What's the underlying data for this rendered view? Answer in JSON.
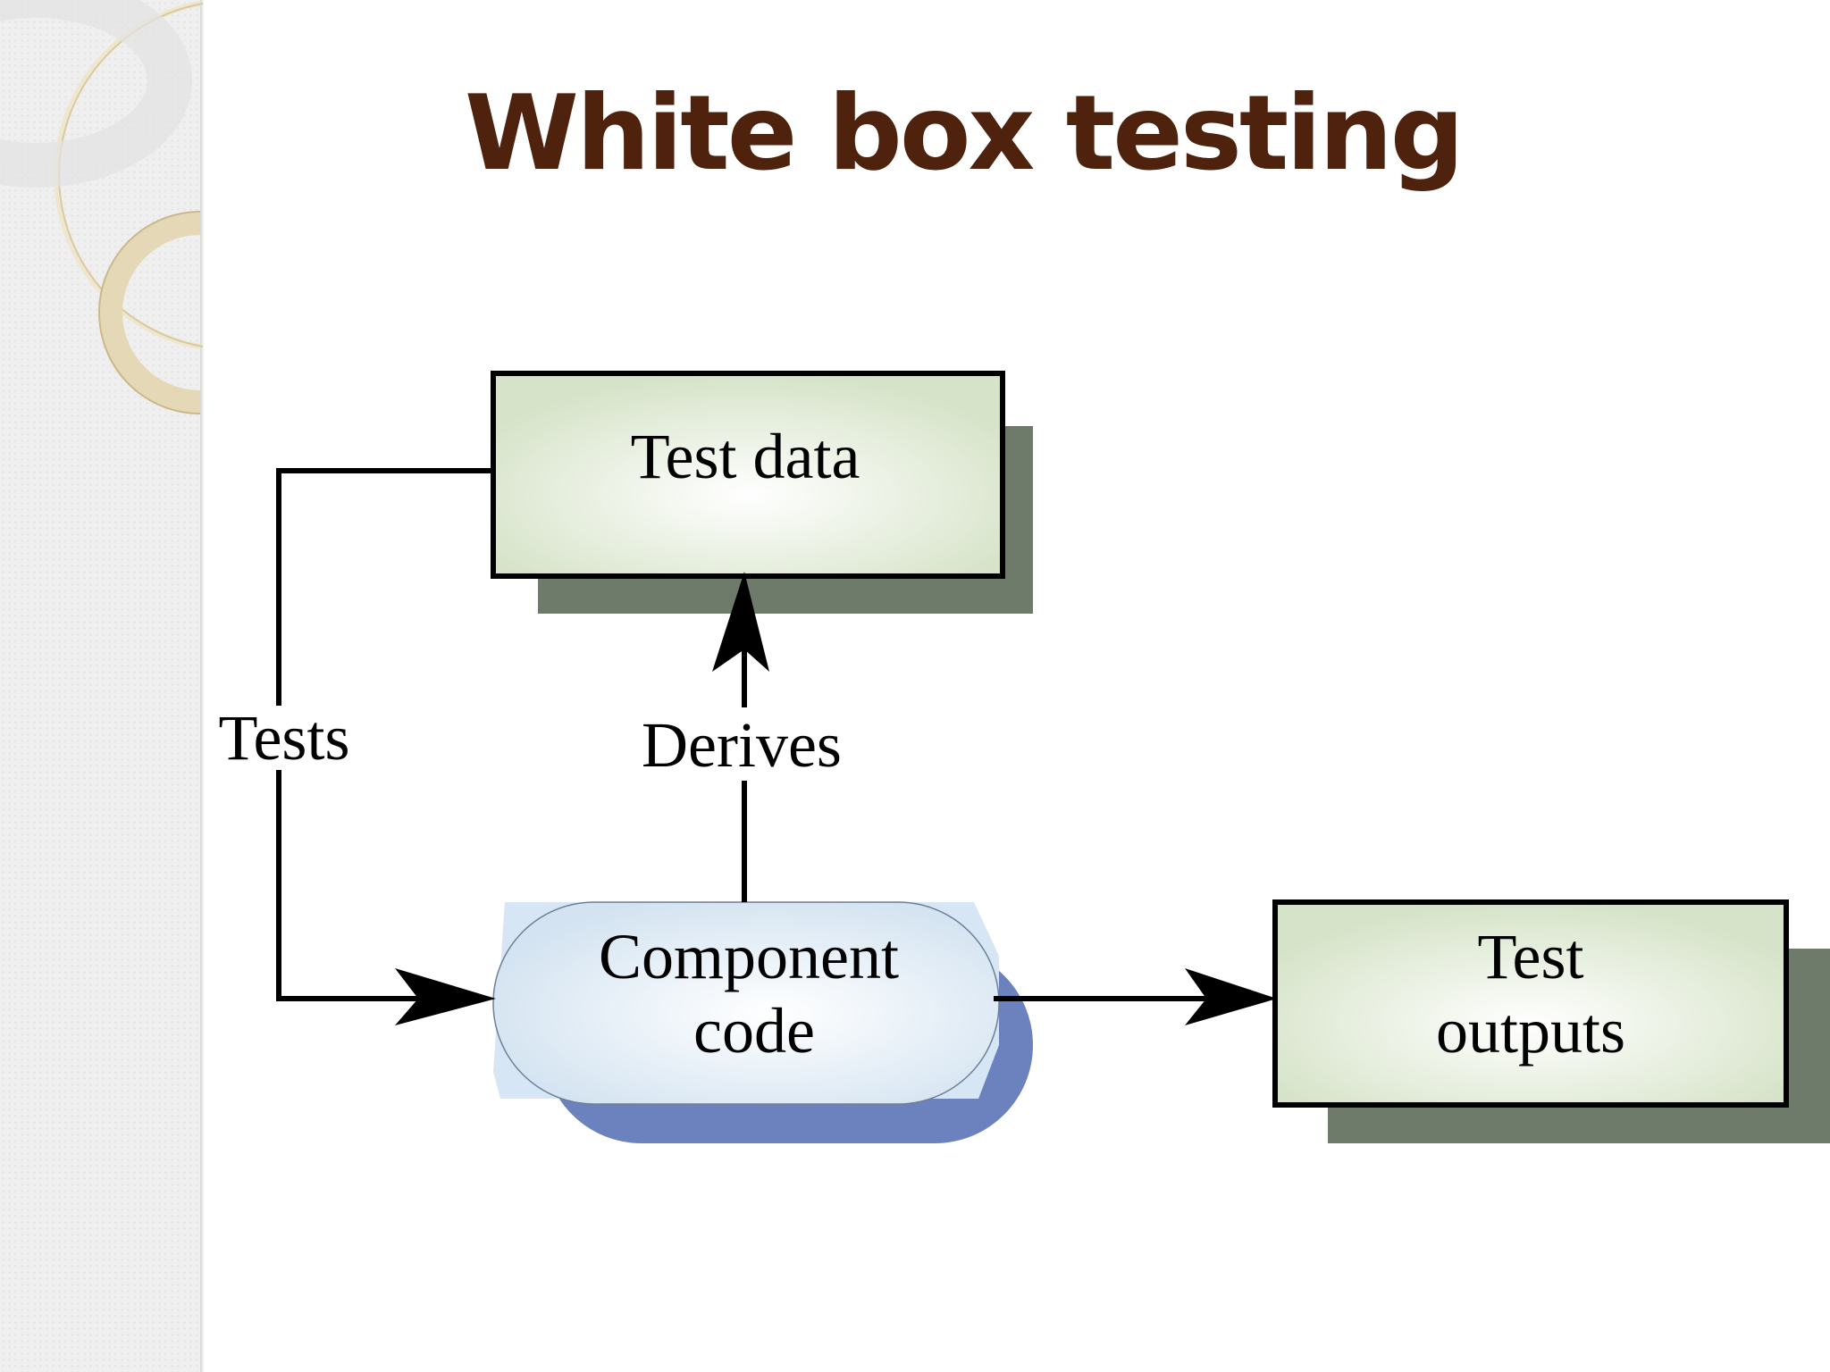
{
  "slide": {
    "title": "White box testing"
  },
  "diagram": {
    "nodes": {
      "test_data": "Test data",
      "component_code_line1": "Component",
      "component_code_line2": "code",
      "test_outputs_line1": "Test",
      "test_outputs_line2": "outputs"
    },
    "edges": {
      "tests": "Tests",
      "derives": "Derives"
    }
  },
  "colors": {
    "title": "#4e220c",
    "box_fill": "#dbe6cf",
    "box_shadow": "#6f7b6a",
    "pill_fill": "#dce9f5",
    "pill_shadow": "#6c82bf"
  }
}
